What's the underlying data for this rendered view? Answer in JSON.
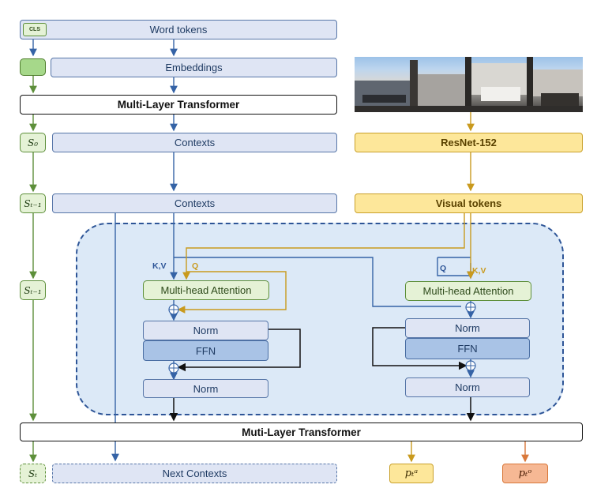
{
  "word_tokens": "Word tokens",
  "cls_token": "CLS",
  "embeddings": "Embeddings",
  "multi_layer_transformer": "Multi-Layer Transformer",
  "contexts_top": "Contexts",
  "contexts_mid": "Contexts",
  "resnet": "ResNet-152",
  "visual_tokens": "Visual tokens",
  "state_s0": "S₀",
  "state_st_minus_1_a": "Sₜ₋₁",
  "state_st_minus_1_b": "Sₜ₋₁",
  "state_st": "Sₜ",
  "left_branch": {
    "kv_label": "K,V",
    "q_label": "Q",
    "attention": "Multi-head Attention",
    "norm1": "Norm",
    "ffn": "FFN",
    "norm2": "Norm"
  },
  "right_branch": {
    "q_label": "Q",
    "kv_label": "K,V",
    "attention": "Multi-head Attention",
    "norm1": "Norm",
    "ffn": "FFN",
    "norm2": "Norm"
  },
  "muti_layer_transformer": "Muti-Layer Transformer",
  "next_contexts": "Next Contexts",
  "output_action": "pₜᵃ",
  "output_object": "pₜᵒ",
  "colors": {
    "text_stream": "#3563a6",
    "visual_stream": "#c99a1e",
    "state_stream": "#5d8f3a",
    "object_output": "#d9783a"
  }
}
